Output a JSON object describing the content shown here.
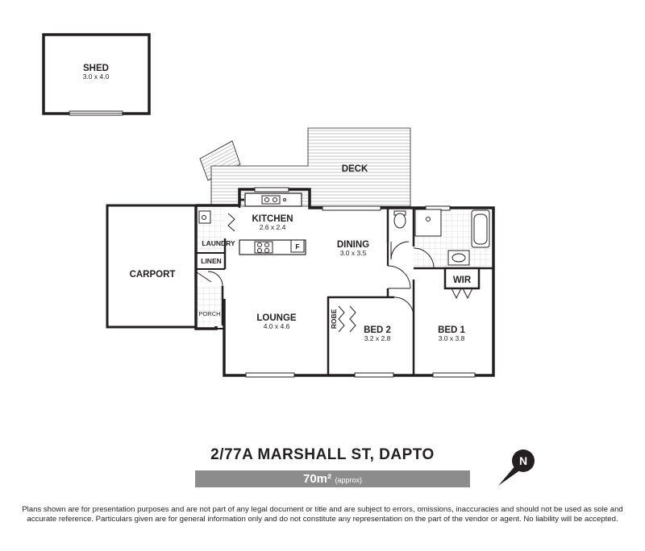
{
  "rooms": {
    "shed": {
      "name": "SHED",
      "dim": "3.0 x 4.0"
    },
    "deck": {
      "name": "DECK"
    },
    "kitchen": {
      "name": "KITCHEN",
      "dim": "2.6 x 2.4"
    },
    "dining": {
      "name": "DINING",
      "dim": "3.0 x 3.5"
    },
    "carport": {
      "name": "CARPORT"
    },
    "laundry": {
      "name": "LAUNDRY"
    },
    "linen": {
      "name": "LINEN"
    },
    "porch": {
      "name": "PORCH"
    },
    "lounge": {
      "name": "LOUNGE",
      "dim": "4.0 x 4.6"
    },
    "robe": {
      "name": "ROBE"
    },
    "bed2": {
      "name": "BED 2",
      "dim": "3.2 x 2.8"
    },
    "bed1": {
      "name": "BED 1",
      "dim": "3.0 x 3.8"
    },
    "wir": {
      "name": "WIR"
    },
    "fridge": {
      "name": "F"
    }
  },
  "address": "2/77A MARSHALL ST, DAPTO",
  "area": {
    "value": "70m²",
    "note": "(approx)"
  },
  "compass": {
    "label": "N"
  },
  "disclaimer": "Plans shown are for presentation purposes and are not part of any legal document or title and are subject to errors, omissions, inaccuracies and should not be used as sole and accurate reference. Particulars given are for general information only and do not constitute any representation on the part of the vendor or agent. No liability will be accepted.",
  "colors": {
    "wall": "#231f20",
    "deck_line": "#bdbdbd",
    "area_bar": "#8c8c8c",
    "tile": "#cfcfcf"
  }
}
